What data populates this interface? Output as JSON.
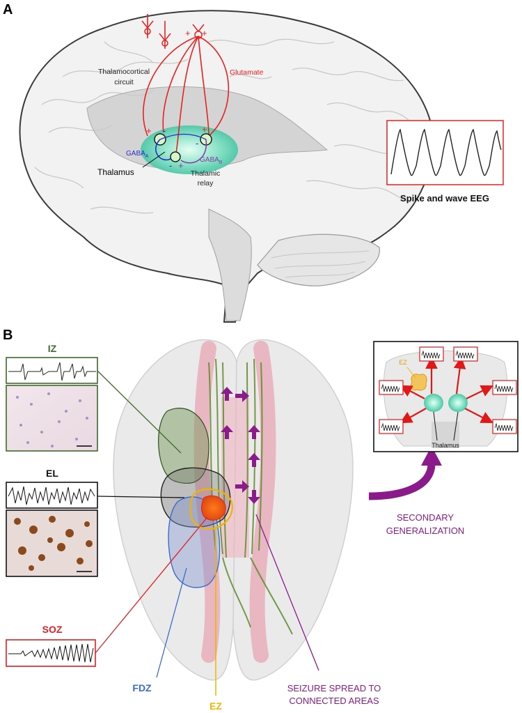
{
  "panel_a": {
    "letter": "A",
    "thalamocortical_1": "Thalamocortical",
    "thalamocortical_2": "circuit",
    "glutamate": "Glutamate",
    "gaba_a": "GABA",
    "gaba_a_sub": "A",
    "gaba_b": "GABA",
    "gaba_b_sub": "B",
    "thalamic_relay_1": "Thalamic",
    "thalamic_relay_2": "relay",
    "thalamus": "Thalamus",
    "eeg_caption": "Spike and wave EEG",
    "plus": "+",
    "minus": "-"
  },
  "panel_b": {
    "letter": "B",
    "iz": "IZ",
    "el": "EL",
    "soz": "SOZ",
    "fdz": "FDZ",
    "ez": "EZ",
    "spread_1": "SEIZURE SPREAD TO",
    "spread_2": "CONNECTED AREAS",
    "secondary_1": "SECONDARY",
    "secondary_2": "GENERALIZATION",
    "inset_ez": "EZ",
    "inset_thalamus": "Thalamus"
  },
  "colors": {
    "iz_green": "#3d6a2a",
    "soz_red": "#e02020",
    "fdz_blue": "#3a6cc8",
    "ez_yellow": "#f0b400",
    "spread_purple": "#8b1a8b",
    "gaba_a_blue": "#2a2ad0",
    "gaba_b_purple": "#8a3aa8",
    "circuit_red": "#e82020"
  }
}
